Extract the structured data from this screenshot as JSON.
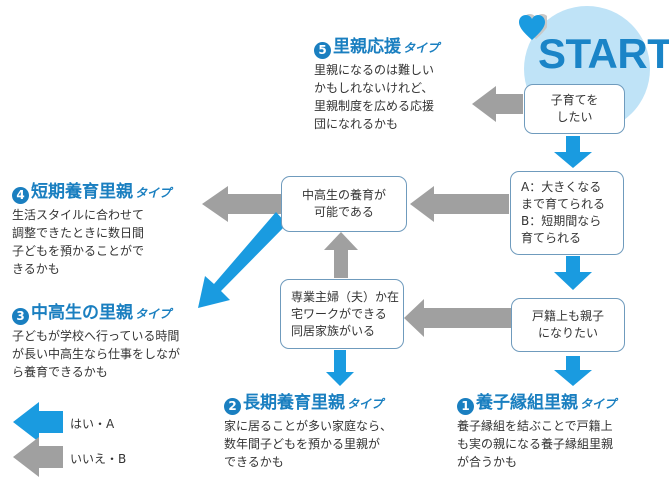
{
  "start": {
    "label": "START",
    "heart_icon": "heart-icon"
  },
  "colors": {
    "yes_arrow": "#1a9be0",
    "no_arrow": "#a0a0a0",
    "title_blue": "#1a7fc0",
    "start_bg": "#bfe3f7"
  },
  "nodes": {
    "want_to_raise": "子育てを\nしたい",
    "raise_until": "A：大きくなる\nまで育てられる\nB：短期間なら\n育てられる",
    "family_register": "戸籍上も親子\nになりたい",
    "teen_possible": "中高生の養育が\n可能である",
    "homemaker": "専業主婦（夫）か在\n宅ワークができる\n同居家族がいる"
  },
  "results": [
    {
      "num": "1",
      "title": "養子縁組里親",
      "suffix": "タイプ",
      "desc": "養子縁組を結ぶことで戸籍上\nも実の親になる養子縁組里親\nが合うかも"
    },
    {
      "num": "2",
      "title": "長期養育里親",
      "suffix": "タイプ",
      "desc": "家に居ることが多い家庭なら、\n数年間子どもを預かる里親が\nできるかも"
    },
    {
      "num": "3",
      "title": "中高生の里親",
      "suffix": "タイプ",
      "desc": "子どもが学校へ行っている時間\nが長い中高生なら仕事をしなが\nら養育できるかも"
    },
    {
      "num": "4",
      "title": "短期養育里親",
      "suffix": "タイプ",
      "desc": "生活スタイルに合わせて\n調整できたときに数日間\n子どもを預かることがで\nきるかも"
    },
    {
      "num": "5",
      "title": "里親応援",
      "suffix": "タイプ",
      "desc": "里親になるのは難しい\nかもしれないけれど、\n里親制度を広める応援\n団になれるかも"
    }
  ],
  "legend": {
    "yes": "はい・A",
    "no": "いいえ・B"
  }
}
